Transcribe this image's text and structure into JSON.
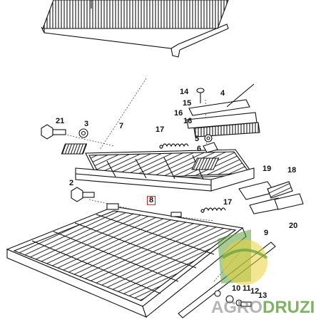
{
  "callouts": {
    "c2": "2",
    "c3": "3",
    "c4": "4",
    "c5": "5",
    "c6": "6",
    "c7": "7",
    "c8": "8",
    "c9": "9",
    "c10": "10",
    "c11": "11",
    "c12": "12",
    "c13": "13",
    "c14": "14",
    "c15": "15",
    "c16": "16",
    "c17a": "17",
    "c17b": "17",
    "c18": "18",
    "c19": "19",
    "c20": "20",
    "c21": "21"
  },
  "watermark": {
    "prefix": "AGRO",
    "suffix": "DRUZI"
  },
  "colors": {
    "line": "#111111",
    "highlight_box": "#c0282b",
    "watermark_green": "#5fa03c",
    "watermark_yellow": "#e8d23a"
  }
}
